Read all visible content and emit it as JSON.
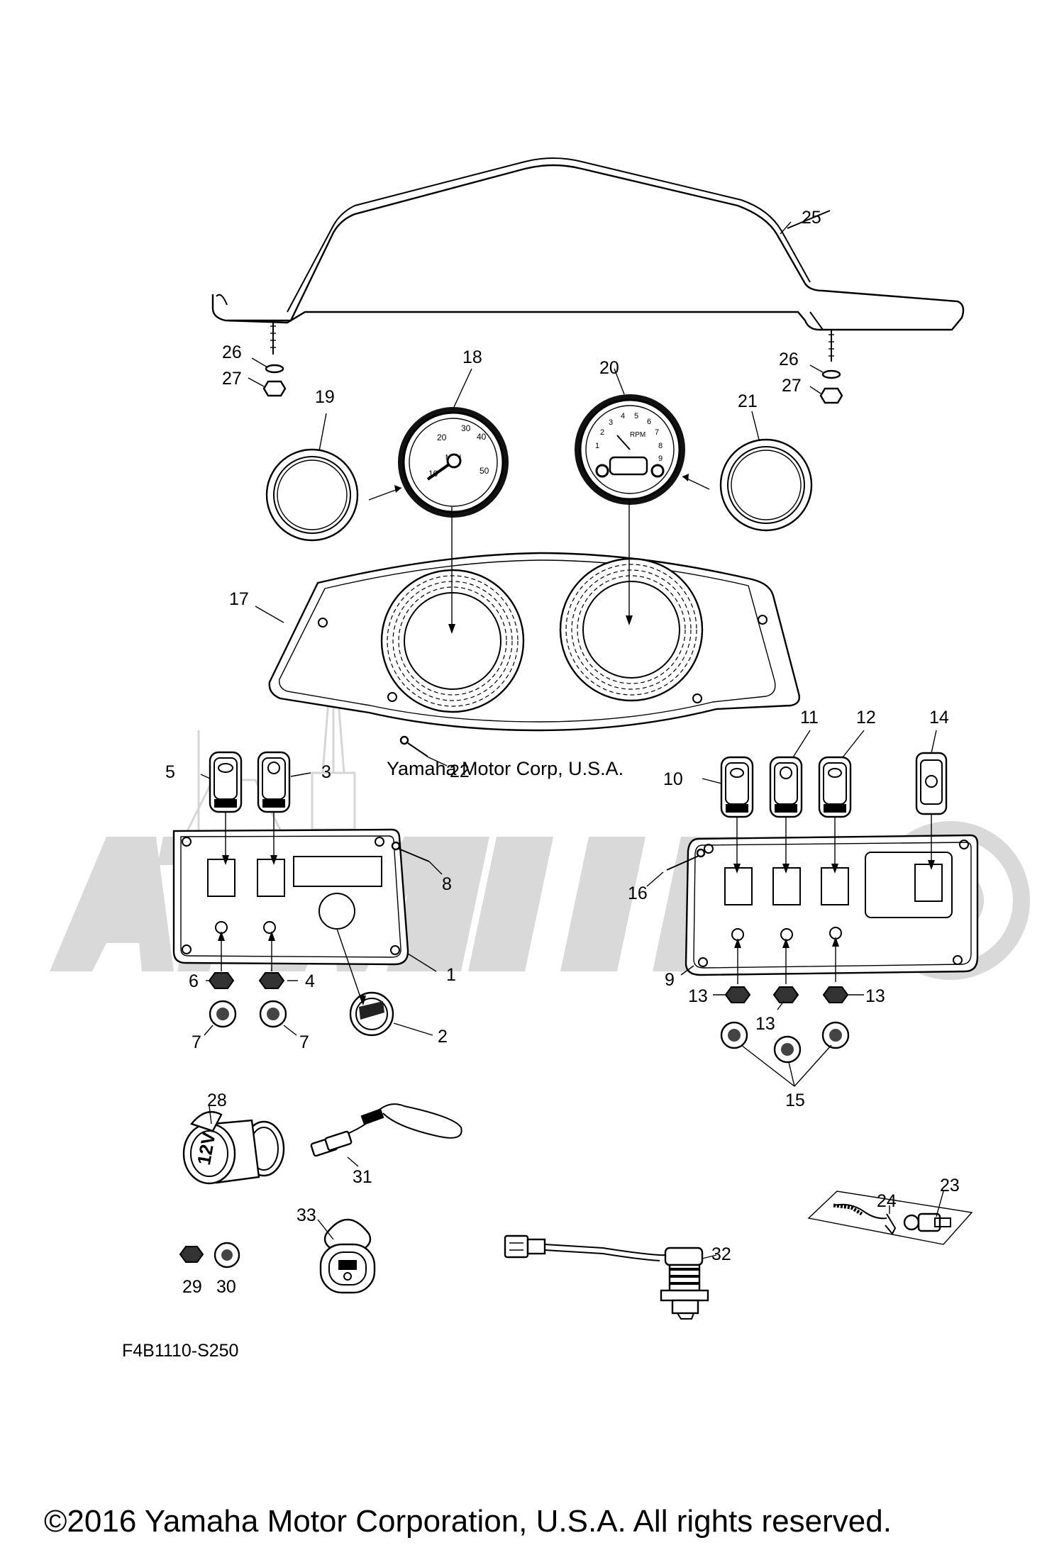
{
  "diagram": {
    "code": "F4B1110-S250",
    "copyright": "©2016 Yamaha Motor Corporation, U.S.A. All rights reserved.",
    "watermark_text": "Yamaha Motor Corp, U.S.A.",
    "gauges": {
      "speedometer": {
        "unit": "MPH",
        "ticks": [
          "10",
          "20",
          "30",
          "40",
          "50"
        ]
      },
      "tachometer": {
        "unit": "RPM",
        "ticks": [
          "1",
          "2",
          "3",
          "4",
          "5",
          "6",
          "7",
          "8",
          "9"
        ]
      }
    },
    "outlet_label": "12V",
    "labels": {
      "p1": "1",
      "p2": "2",
      "p3": "3",
      "p4": "4",
      "p5": "5",
      "p6": "6",
      "p7a": "7",
      "p7b": "7",
      "p8": "8",
      "p9": "9",
      "p10": "10",
      "p11": "11",
      "p12": "12",
      "p13a": "13",
      "p13b": "13",
      "p13c": "13",
      "p14": "14",
      "p15": "15",
      "p16": "16",
      "p17": "17",
      "p18": "18",
      "p19": "19",
      "p20": "20",
      "p21": "21",
      "p22": "22",
      "p23": "23",
      "p24": "24",
      "p25": "25",
      "p26a": "26",
      "p26b": "26",
      "p27a": "27",
      "p27b": "27",
      "p28": "28",
      "p29": "29",
      "p30": "30",
      "p31": "31",
      "p32": "32",
      "p33": "33"
    }
  }
}
